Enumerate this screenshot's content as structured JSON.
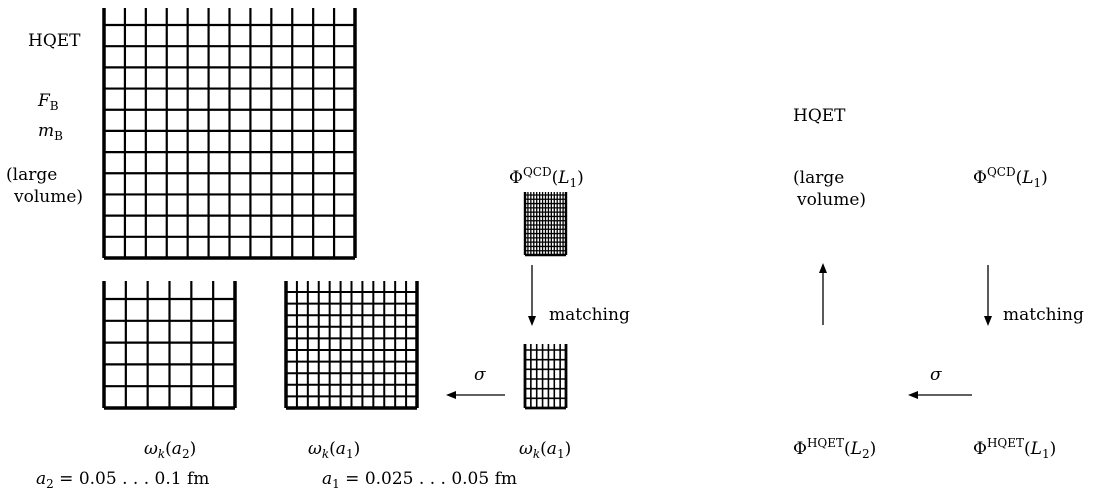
{
  "left": {
    "big_lattice": {
      "labels": [
        "HQET",
        "F_B",
        "m_B",
        "(large",
        "volume)"
      ]
    },
    "phi_qcd_label": "Φ^QCD(L1)",
    "matching_label": "matching",
    "sigma_label": "σ",
    "bottom_labels": {
      "omega_a2": "ω_k(a_2)",
      "omega_a1_mid": "ω_k(a_1)",
      "omega_a1_right": "ω_k(a_1)",
      "a2_range": "a_2 = 0.05 . . . 0.1 fm",
      "a1_range": "a_1 = 0.025 . . . 0.05 fm"
    }
  },
  "right": {
    "hqet_label": "HQET",
    "large_volume_label": [
      "(large",
      "volume)"
    ],
    "phi_qcd_label": "Φ^QCD(L1)",
    "matching_label": "matching",
    "sigma_label": "σ",
    "phi_hqet_l2": "Φ^HQET(L2)",
    "phi_hqet_l1": "Φ^HQET(L1)"
  }
}
